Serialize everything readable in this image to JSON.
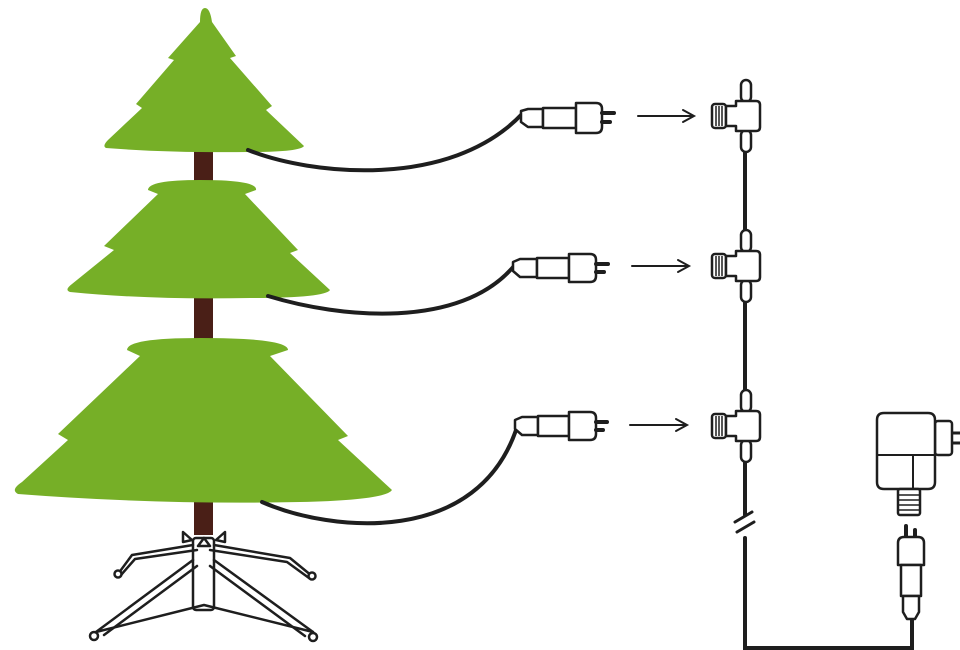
{
  "colors": {
    "foliage": "#76af27",
    "trunk": "#4a1f17",
    "line": "#1e1e1e",
    "background": "#ffffff"
  },
  "tree": {
    "tiers": 3,
    "stand_legs": 4
  },
  "connections": [
    {
      "tier": "top"
    },
    {
      "tier": "middle"
    },
    {
      "tier": "bottom"
    }
  ],
  "icons": [
    "tree-icon",
    "male-plug-icon",
    "arrow-icon",
    "t-connector-icon",
    "power-adapter-icon",
    "cable-break-icon"
  ]
}
